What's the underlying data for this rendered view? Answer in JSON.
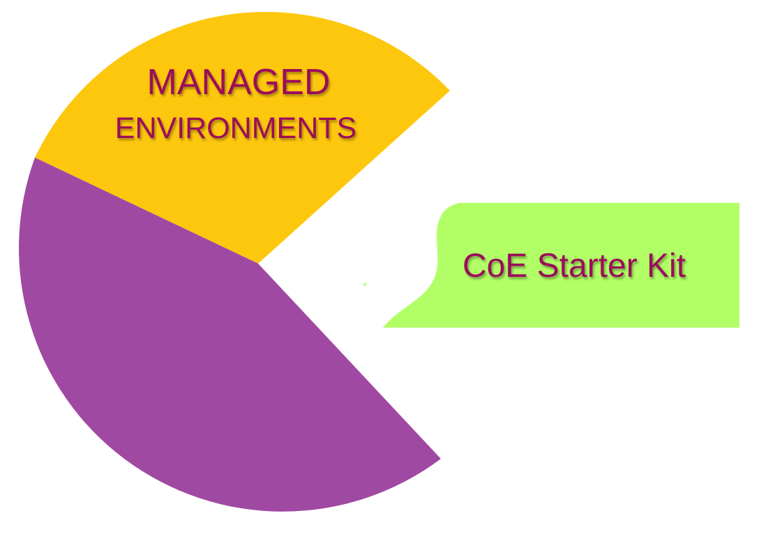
{
  "segments": [
    {
      "id": "managed-environments",
      "line1": "MANAGED",
      "line2": "ENVIRONMENTS",
      "color": "#fdc70e"
    },
    {
      "id": "unlabeled-segment",
      "color": "#a049a2"
    }
  ],
  "callout": {
    "label": "CoE Starter Kit",
    "color": "#b2fe66"
  },
  "colors": {
    "text": "#9b0a5a",
    "background": "#ffffff"
  }
}
